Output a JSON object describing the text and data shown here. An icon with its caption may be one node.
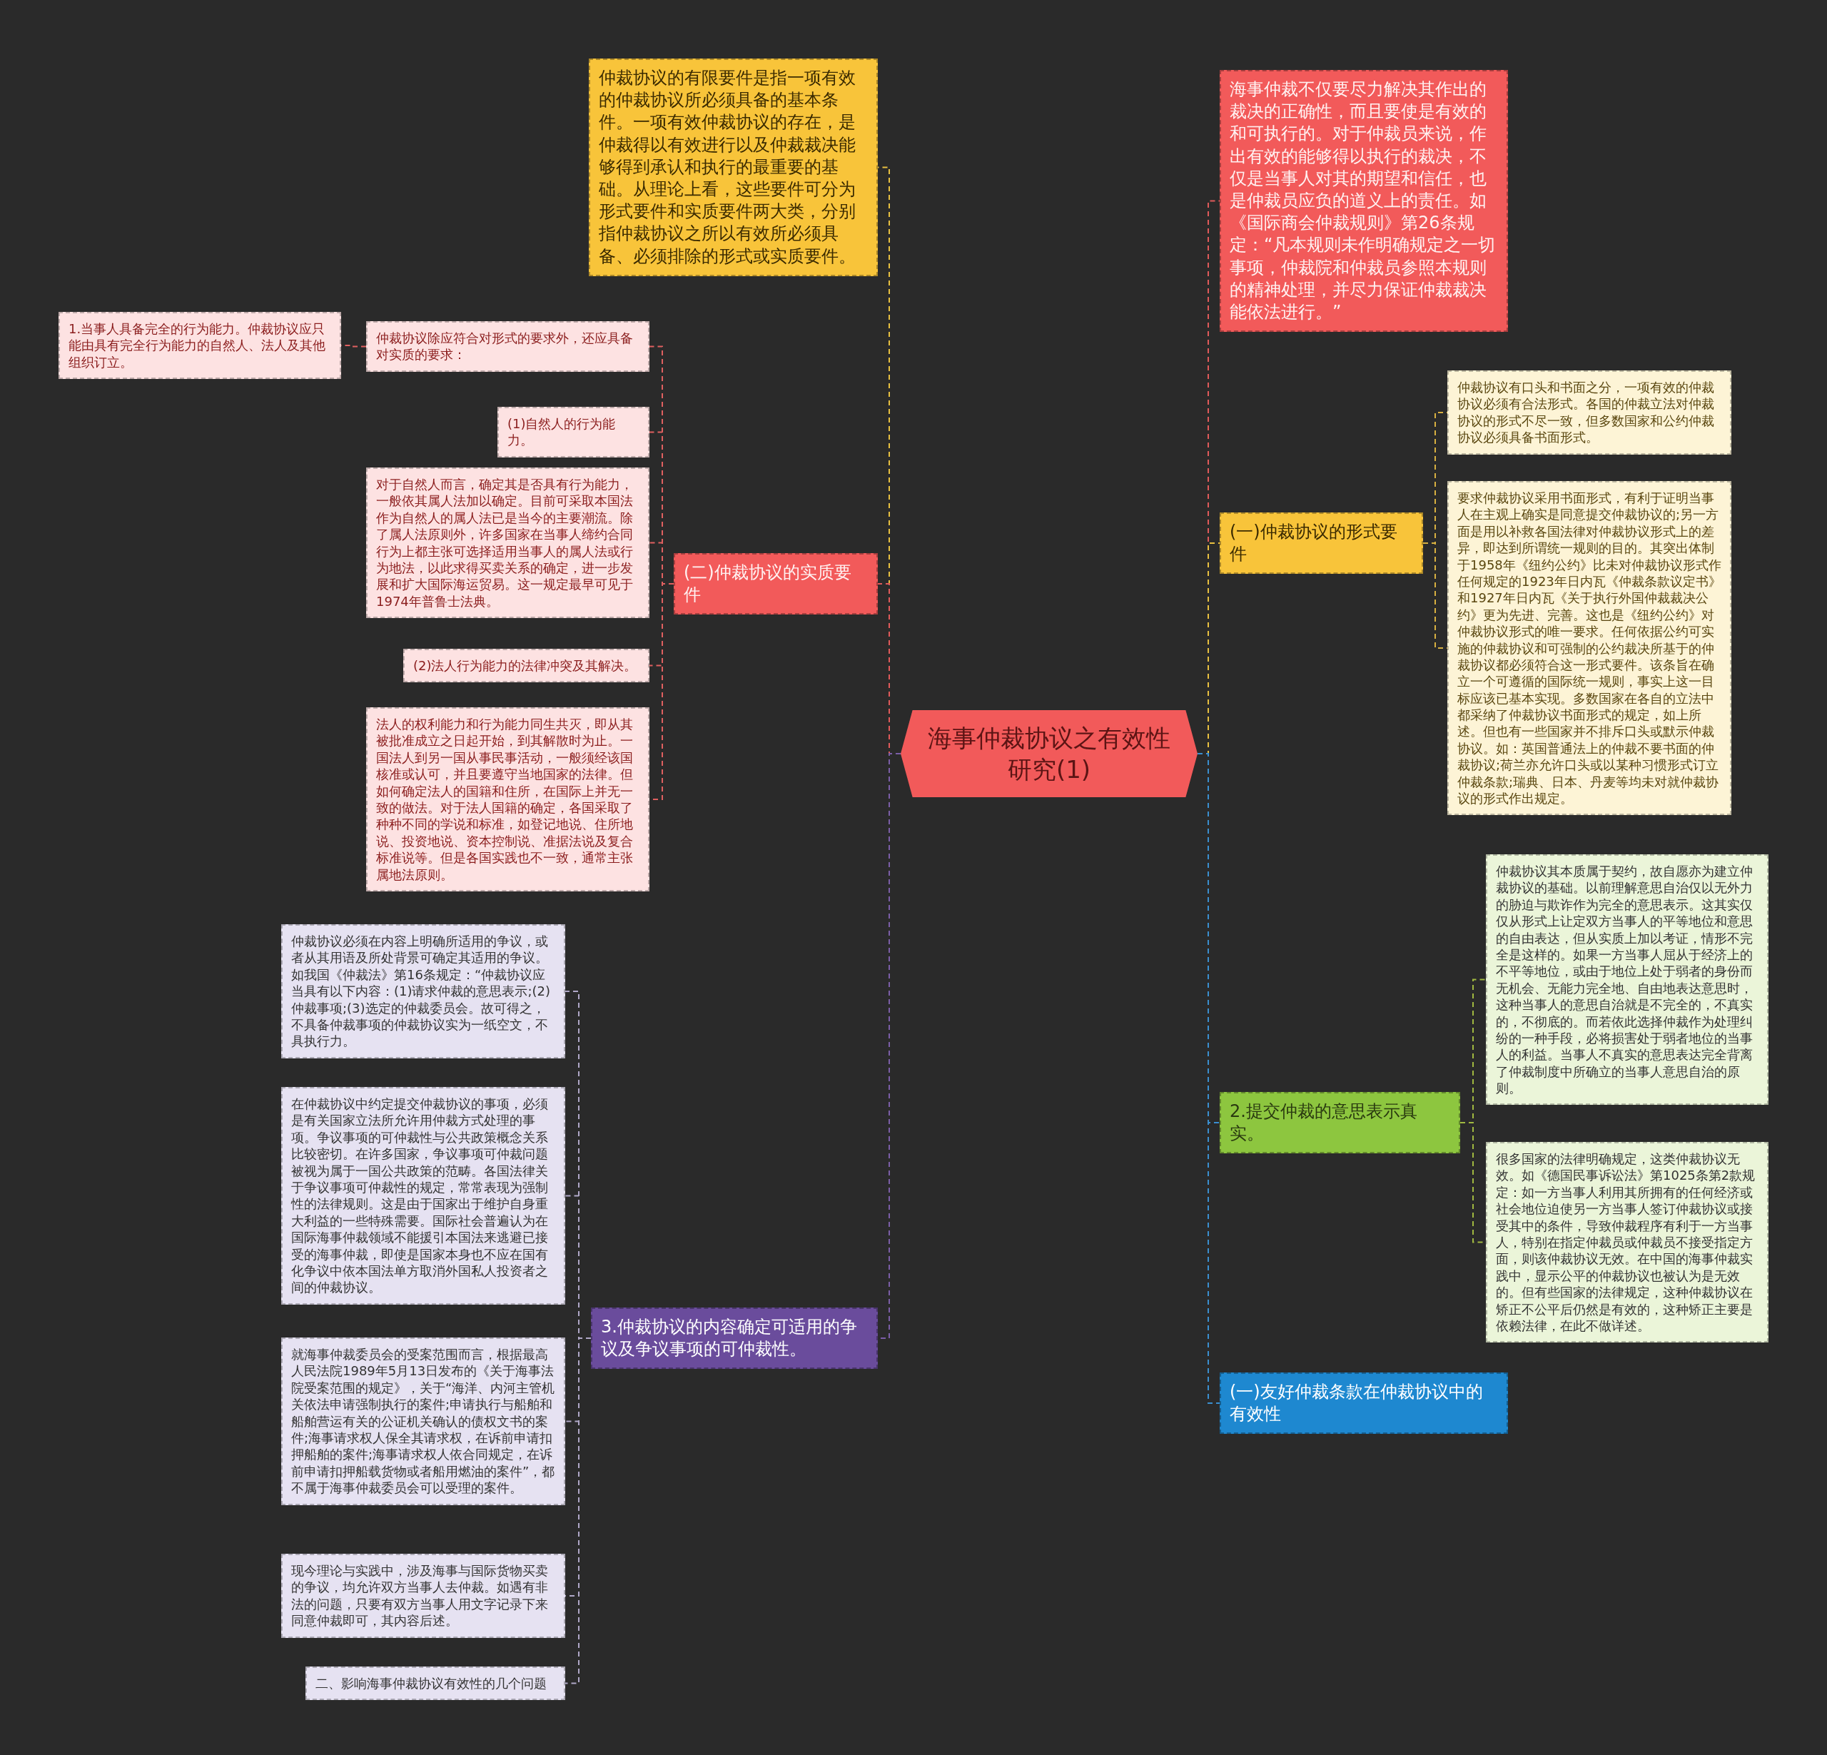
{
  "diagram": {
    "nodes": [
      {
        "text": [
          "海事仲裁协议之有效性研究(1)"
        ]
      },
      {
        "text": [
          "仲裁协议的有限要件是指一项有效的仲裁协议所必须具备的基本条件。一项有效仲裁协议的存在，是仲裁得以有效进行以及仲裁裁决能够得到承认和执行的最重要的基础。从理论上看，这些要件可分为形式要件和实质要件两大类，分别指仲裁协议之所以有效所必须具备、必须排除的形式或实质要件。"
        ]
      },
      {
        "text": [
          "(二)仲裁协议的实质要件"
        ]
      },
      {
        "text": [
          "仲裁协议除应符合对形式的要求外，还应具备对实质的要求："
        ]
      },
      {
        "text": [
          "1.当事人具备完全的行为能力。仲裁协议应只能由具有完全行为能力的自然人、法人及其他组织订立。"
        ]
      },
      {
        "text": [
          "(1)自然人的行为能力。"
        ]
      },
      {
        "text": [
          "对于自然人而言，确定其是否具有行为能力，一般依其属人法加以确定。目前可采取本国法作为自然人的属人法已是当今的主要潮流。除了属人法原则外，许多国家在当事人缔约合同行为上都主张可选择适用当事人的属人法或行为地法，以此求得买卖关系的确定，进一步发展和扩大国际海运贸易。这一规定最早可见于1974年普鲁士法典。"
        ]
      },
      {
        "text": [
          "(2)法人行为能力的法律冲突及其解决。"
        ]
      },
      {
        "text": [
          "法人的权利能力和行为能力同生共灭，即从其被批准成立之日起开始，到其解散时为止。一国法人到另一国从事民事活动，一般须经该国核准或认可，并且要遵守当地国家的法律。但如何确定法人的国籍和住所，在国际上并无一致的做法。对于法人国籍的确定，各国采取了种种不同的学说和标准，如登记地说、住所地说、投资地说、资本控制说、准据法说及复合标准说等。但是各国实践也不一致，通常主张属地法原则。"
        ]
      },
      {
        "text": [
          "3.仲裁协议的内容确定可适用的争议及争议事项的可仲裁性。"
        ]
      },
      {
        "text": [
          "仲裁协议必须在内容上明确所适用的争议，或者从其用语及所处背景可确定其适用的争议。如我国《仲裁法》第16条规定：“仲裁协议应当具有以下内容：(1)请求仲裁的意思表示;(2)仲裁事项;(3)选定的仲裁委员会。故可得之，不具备仲裁事项的仲裁协议实为一纸空文，不具执行力。"
        ]
      },
      {
        "text": [
          "在仲裁协议中约定提交仲裁协议的事项，必须是有关国家立法所允许用仲裁方式处理的事项。争议事项的可仲裁性与公共政策概念关系比较密切。在许多国家，争议事项可仲裁问题被视为属于一国公共政策的范畴。各国法律关于争议事项可仲裁性的规定，常常表现为强制性的法律规则。这是由于国家出于维护自身重大利益的一些特殊需要。国际社会普遍认为在国际海事仲裁领域不能援引本国法来逃避已接受的海事仲裁，即使是国家本身也不应在国有化争议中依本国法单方取消外国私人投资者之间的仲裁协议。"
        ]
      },
      {
        "text": [
          "就海事仲裁委员会的受案范围而言，根据最高人民法院1989年5月13日发布的《关于海事法院受案范围的规定》，关于“海洋、内河主管机关依法申请强制执行的案件;申请执行与船舶和船舶营运有关的公证机关确认的债权文书的案件;海事请求权人保全其请求权，在诉前申请扣押船舶的案件;海事请求权人依合同规定，在诉前申请扣押船载货物或者船用燃油的案件”，都不属于海事仲裁委员会可以受理的案件。"
        ]
      },
      {
        "text": [
          "现今理论与实践中，涉及海事与国际货物买卖的争议，均允许双方当事人去仲裁。如遇有非法的问题，只要有双方当事人用文字记录下来同意仲裁即可，其内容后述。"
        ]
      },
      {
        "text": [
          "二、影响海事仲裁协议有效性的几个问题"
        ]
      },
      {
        "text": [
          "海事仲裁不仅要尽力解决其作出的裁决的正确性，而且要使是有效的和可执行的。对于仲裁员来说，作出有效的能够得以执行的裁决，不仅是当事人对其的期望和信任，也是仲裁员应负的道义上的责任。如《国际商会仲裁规则》第26条规定：“凡本规则未作明确规定之一切事项，仲裁院和仲裁员参照本规则的精神处理，并尽力保证仲裁裁决能依法进行。”"
        ]
      },
      {
        "text": [
          "(一)仲裁协议的形式要件"
        ]
      },
      {
        "text": [
          "仲裁协议有口头和书面之分，一项有效的仲裁协议必须有合法形式。各国的仲裁立法对仲裁协议的形式不尽一致，但多数国家和公约仲裁协议必须具备书面形式。"
        ]
      },
      {
        "text": [
          "要求仲裁协议采用书面形式，有利于证明当事人在主观上确实是同意提交仲裁协议的;另一方面是用以补救各国法律对仲裁协议形式上的差异，即达到所谓统一规则的目的。其突出体制于1958年《纽约公约》比未对仲裁协议形式作任何规定的1923年日内瓦《仲裁条款议定书》和1927年日内瓦《关于执行外国仲裁裁决公约》更为先进、完善。这也是《纽约公约》对仲裁协议形式的唯一要求。任何依据公约可实施的仲裁协议和可强制的公约裁决所基于的仲裁协议都必须符合这一形式要件。该条旨在确立一个可遵循的国际统一规则，事实上这一目标应该已基本实现。多数国家在各自的立法中都采纳了仲裁协议书面形式的规定，如上所述。但也有一些国家并不排斥口头或默示仲裁协议。如：英国普通法上的仲裁不要书面的仲裁协议;荷兰亦允许口头或以某种习惯形式订立仲裁条款;瑞典、日本、丹麦等均未对就仲裁协议的形式作出规定。"
        ]
      },
      {
        "text": [
          "2.提交仲裁的意思表示真实。"
        ]
      },
      {
        "text": [
          "仲裁协议其本质属于契约，故自愿亦为建立仲裁协议的基础。以前理解意思自治仅以无外力的胁迫与欺诈作为完全的意思表示。这其实仅仅从形式上让定双方当事人的平等地位和意思的自由表达，但从实质上加以考证，情形不完全是这样的。如果一方当事人屈从于经济上的不平等地位，或由于地位上处于弱者的身份而无机会、无能力完全地、自由地表达意思时，这种当事人的意思自治就是不完全的，不真实的，不彻底的。而若依此选择仲裁作为处理纠纷的一种手段，必将损害处于弱者地位的当事人的利益。当事人不真实的意思表达完全背离了仲裁制度中所确立的当事人意思自治的原则。"
        ]
      },
      {
        "text": [
          "很多国家的法律明确规定，这类仲裁协议无效。如《德国民事诉讼法》第1025条第2款规定：如一方当事人利用其所拥有的任何经济或社会地位迫使另一方当事人签订仲裁协议或接受其中的条件，导致仲裁程序有利于一方当事人，特别在指定仲裁员或仲裁员不接受指定方面，则该仲裁协议无效。在中国的海事仲裁实践中，显示公平的仲裁协议也被认为是无效的。但有些国家的法律规定，这种仲裁协议在矫正不公平后仍然是有效的，这种矫正主要是依赖法律，在此不做详述。"
        ]
      },
      {
        "text": [
          "(一)友好仲裁条款在仲裁协议中的有效性"
        ]
      }
    ],
    "edges": [
      {
        "from": 0,
        "to": 1,
        "arrow": "none",
        "style": "dashed",
        "color": "#e8c040"
      },
      {
        "from": 0,
        "to": 2,
        "arrow": "none",
        "style": "dashed",
        "color": "#e05a5a"
      },
      {
        "from": 2,
        "to": 3,
        "arrow": "none",
        "style": "dashed",
        "color": "#e06060"
      },
      {
        "from": 3,
        "to": 4,
        "arrow": "none",
        "style": "dashed",
        "color": "#e06060"
      },
      {
        "from": 2,
        "to": 5,
        "arrow": "none",
        "style": "dashed",
        "color": "#e06060"
      },
      {
        "from": 2,
        "to": 6,
        "arrow": "none",
        "style": "dashed",
        "color": "#e06060"
      },
      {
        "from": 2,
        "to": 7,
        "arrow": "none",
        "style": "dashed",
        "color": "#e06060"
      },
      {
        "from": 2,
        "to": 8,
        "arrow": "none",
        "style": "dashed",
        "color": "#e06060"
      },
      {
        "from": 0,
        "to": 9,
        "arrow": "none",
        "style": "dashed",
        "color": "#7b5ea7"
      },
      {
        "from": 9,
        "to": 10,
        "arrow": "none",
        "style": "dashed",
        "color": "#b0a8c8"
      },
      {
        "from": 9,
        "to": 11,
        "arrow": "none",
        "style": "dashed",
        "color": "#b0a8c8"
      },
      {
        "from": 9,
        "to": 12,
        "arrow": "none",
        "style": "dashed",
        "color": "#b0a8c8"
      },
      {
        "from": 9,
        "to": 13,
        "arrow": "none",
        "style": "dashed",
        "color": "#b0a8c8"
      },
      {
        "from": 9,
        "to": 14,
        "arrow": "none",
        "style": "dashed",
        "color": "#b0a8c8"
      },
      {
        "from": 0,
        "to": 15,
        "arrow": "none",
        "style": "dashed",
        "color": "#e05a5a"
      },
      {
        "from": 0,
        "to": 16,
        "arrow": "none",
        "style": "dashed",
        "color": "#e8c040"
      },
      {
        "from": 16,
        "to": 17,
        "arrow": "none",
        "style": "dashed",
        "color": "#d8b040"
      },
      {
        "from": 16,
        "to": 18,
        "arrow": "none",
        "style": "dashed",
        "color": "#d8b040"
      },
      {
        "from": 0,
        "to": 19,
        "arrow": "none",
        "style": "dashed",
        "color": "#3a8fd0"
      },
      {
        "from": 19,
        "to": 20,
        "arrow": "none",
        "style": "dashed",
        "color": "#a0b840"
      },
      {
        "from": 19,
        "to": 21,
        "arrow": "none",
        "style": "dashed",
        "color": "#a0b840"
      },
      {
        "from": 0,
        "to": 22,
        "arrow": "none",
        "style": "dashed",
        "color": "#3a8fd0"
      }
    ]
  }
}
